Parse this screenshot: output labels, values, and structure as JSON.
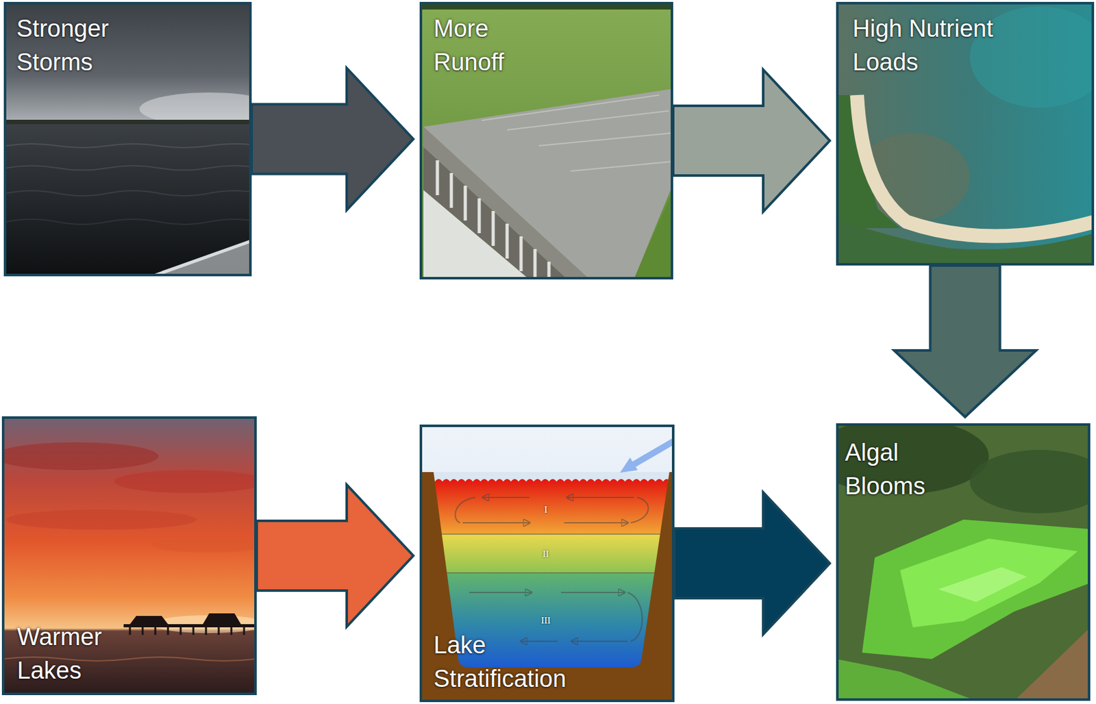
{
  "diagram": {
    "nodes": [
      {
        "text": [
          "Stronger Storms"
        ]
      },
      {
        "text": [
          "More Runoff"
        ]
      },
      {
        "text": [
          "High Nutrient Loads"
        ]
      },
      {
        "text": [
          "Warmer Lakes"
        ]
      },
      {
        "text": [
          "Lake Stratification"
        ]
      },
      {
        "text": [
          "Algal Blooms"
        ]
      }
    ],
    "edges": [
      {
        "from": 0,
        "to": 1,
        "arrow": "to"
      },
      {
        "from": 1,
        "to": 2,
        "arrow": "to"
      },
      {
        "from": 2,
        "to": 5,
        "arrow": "to"
      },
      {
        "from": 3,
        "to": 4,
        "arrow": "to"
      },
      {
        "from": 4,
        "to": 5,
        "arrow": "to"
      }
    ],
    "labels": [
      "I",
      "II",
      "III"
    ]
  }
}
